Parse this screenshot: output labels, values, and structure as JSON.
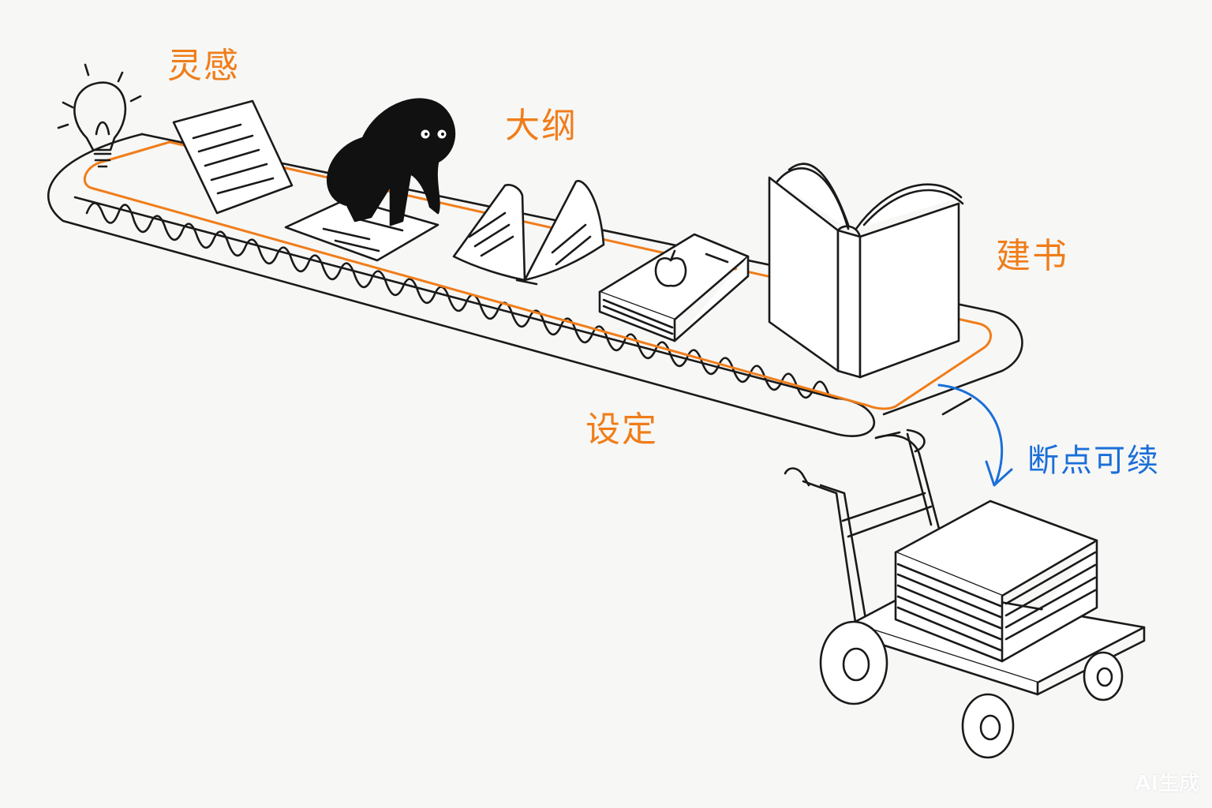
{
  "labels": {
    "inspiration": "灵感",
    "outline": "大纲",
    "build_book": "建书",
    "setting": "设定",
    "resume": "断点可续"
  },
  "watermark": "AI生成",
  "colors": {
    "accent_orange": "#f07d1a",
    "accent_blue": "#1a6fd9",
    "ink": "#1a1a1a",
    "background": "#f7f7f6"
  },
  "icons": [
    "lightbulb-icon",
    "paper-sheet-icon",
    "ink-creature",
    "open-book-icon",
    "apple-book-icon",
    "standing-book-icon",
    "hand-truck",
    "paper-stack"
  ]
}
